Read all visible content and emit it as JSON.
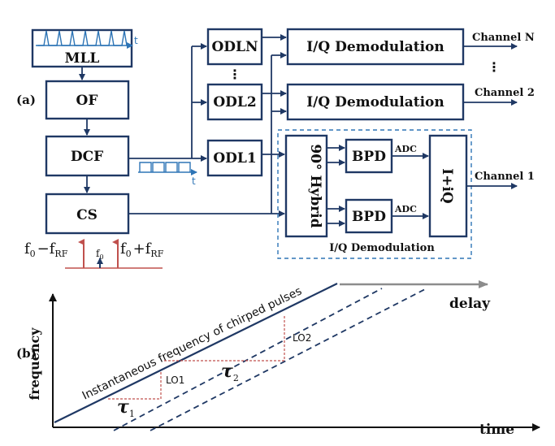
{
  "panel_a": {
    "label": "(a)",
    "blocks": {
      "mll": "MLL",
      "of": "OF",
      "dcf": "DCF",
      "cs": "CS",
      "odln": "ODLN",
      "odl2": "ODL2",
      "odl1": "ODL1",
      "iq_demod_n": "I/Q Demodulation",
      "iq_demod_2": "I/Q Demodulation",
      "hybrid": "90° Hybrid",
      "bpd_top": "BPD",
      "bpd_bottom": "BPD",
      "iq_combine": "I+iQ"
    },
    "signals": {
      "adc_top": "ADC",
      "adc_bottom": "ADC",
      "channel_n": "Channel N",
      "channel_2": "Channel 2",
      "channel_1": "Channel 1",
      "iq_group_label": "I/Q Demodulation",
      "time_t1": "t",
      "time_t2": "t"
    },
    "spectrum": {
      "f0": "f",
      "f0_sub": "0",
      "minus_op": "−f",
      "plus_op": "+f",
      "rf_sub": "RF"
    },
    "dots": ":",
    "vdots": "⋮"
  },
  "panel_b": {
    "label": "(b)",
    "y_axis": "frequency",
    "x_axis": "time",
    "delay_label": "delay",
    "line_label": "Instantaneous frequency of chirped pulses",
    "lo1": "LO1",
    "lo2": "LO2",
    "tau": "τ",
    "tau1_sub": "1",
    "tau2_sub": "2"
  },
  "colors": {
    "accent": "#1f3864",
    "time_axis": "#2e75b6",
    "iq_box": "#2e75b6",
    "dash_red": "#c0504d",
    "spectrum": "#c0504d",
    "delay_arrow": "#8c8c8c"
  }
}
